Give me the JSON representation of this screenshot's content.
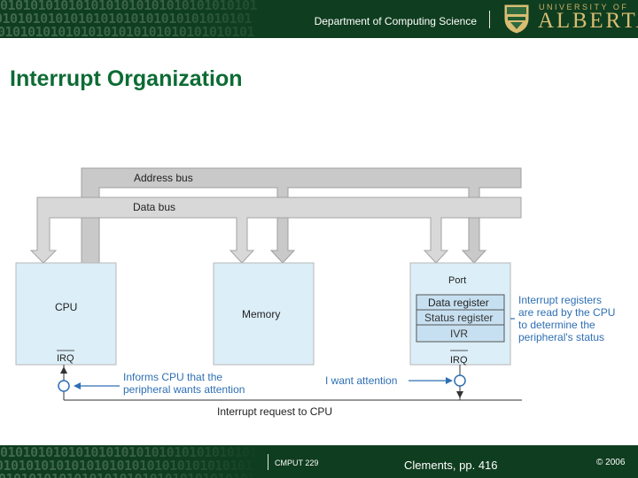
{
  "header": {
    "department": "Department of Computing Science",
    "university_small": "UNIVERSITY OF",
    "university_big": "ALBERTA",
    "binary_pattern": "0101010101010101010101010101010101"
  },
  "slide": {
    "title": "Interrupt Organization"
  },
  "diagram": {
    "address_bus": "Address bus",
    "data_bus": "Data bus",
    "cpu": {
      "label": "CPU",
      "irq": "IRQ"
    },
    "memory": {
      "label": "Memory"
    },
    "port": {
      "label": "Port",
      "registers": [
        "Data register",
        "Status register",
        "IVR"
      ],
      "irq": "IRQ"
    },
    "note_registers": [
      "Interrupt registers",
      "are read by the CPU",
      "to determine the",
      "peripheral's status"
    ],
    "note_informs": [
      "Informs CPU that the",
      "peripheral wants attention"
    ],
    "note_attention": "I want attention",
    "interrupt_request": "Interrupt request to CPU"
  },
  "footer": {
    "course": "CMPUT 229",
    "citation": "Clements, pp. 416",
    "copyright": "© 2006"
  },
  "colors": {
    "brand_green": "#0f3d1f",
    "title_green": "#0d6b34",
    "gold": "#d8bd72",
    "bus_gray": "#c9c9c9",
    "box_blue": "#dceef8",
    "note_blue": "#2e6fb4"
  }
}
